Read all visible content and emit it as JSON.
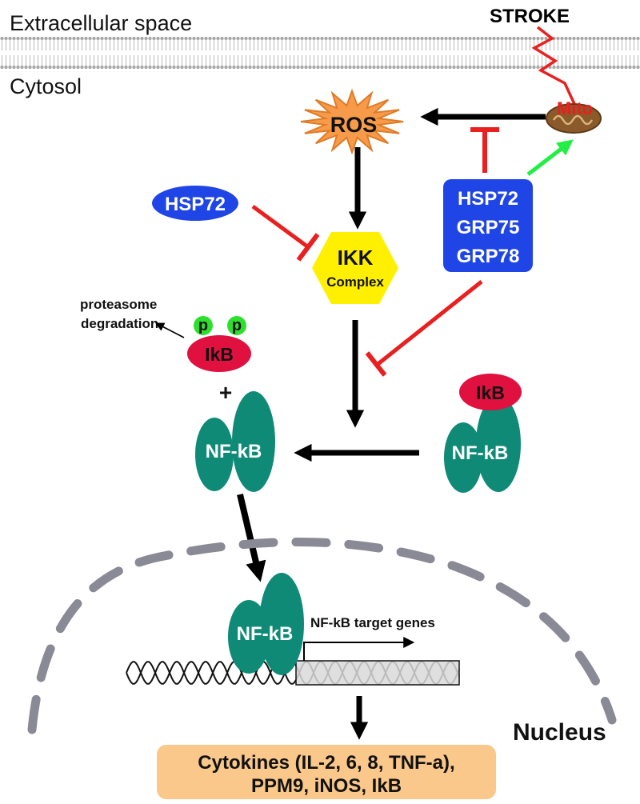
{
  "labels": {
    "extracellular": "Extracellular space",
    "cytosol": "Cytosol",
    "stroke": "STROKE",
    "mito": "Mito",
    "ros": "ROS",
    "hsp72_left": "HSP72",
    "chaperones": [
      "HSP72",
      "GRP75",
      "GRP78"
    ],
    "ikk": "IKK",
    "ikk_sub": "Complex",
    "proteasome": [
      "proteasome",
      "degradation"
    ],
    "p": "p",
    "ikb": "IkB",
    "plus": "+",
    "nfkb": "NF-kB",
    "target_genes": "NF-kB target genes",
    "nucleus": "Nucleus",
    "output": [
      "Cytokines (IL-2, 6, 8, TNF-a),",
      "PPM9, iNOS, IkB"
    ]
  },
  "colors": {
    "blue": "#1f45e6",
    "ikk_yellow": "#ffef00",
    "nfkb_teal": "#0f8a77",
    "ikb_red": "#e0103f",
    "phospho_green": "#2ee02e",
    "inhibit_red": "#e82020",
    "activate_green": "#22ee44",
    "ros_orange": "#f79b4a",
    "output_bg": "#f9c88a",
    "nuclear_envelope": "#8a8a96"
  }
}
